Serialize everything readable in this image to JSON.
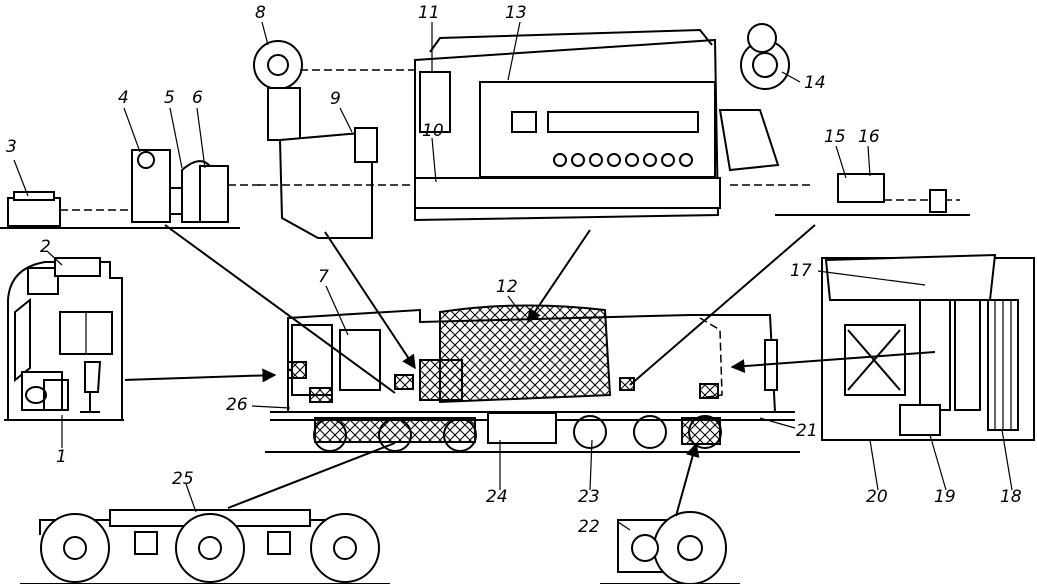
{
  "labels": [
    "1",
    "2",
    "3",
    "4",
    "5",
    "6",
    "7",
    "8",
    "9",
    "10",
    "11",
    "12",
    "13",
    "14",
    "15",
    "16",
    "17",
    "18",
    "19",
    "20",
    "21",
    "22",
    "23",
    "24",
    "25",
    "26"
  ]
}
